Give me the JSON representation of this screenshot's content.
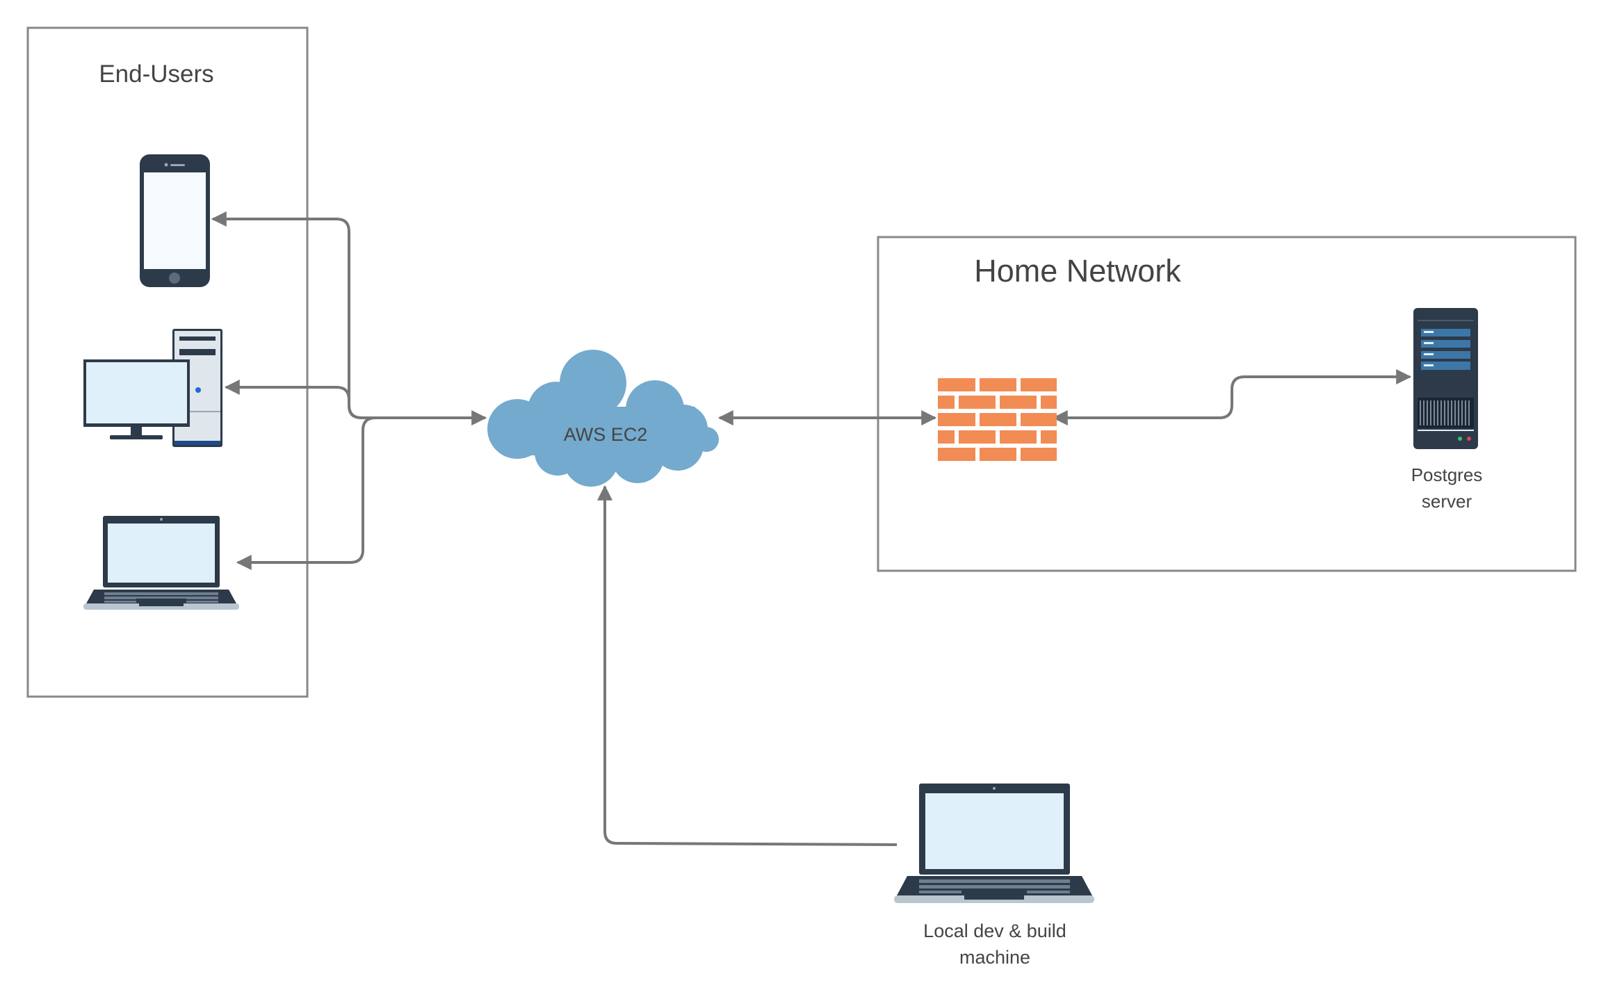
{
  "groups": {
    "end_users": {
      "title": "End-Users"
    },
    "home_network": {
      "title": "Home Network"
    }
  },
  "nodes": {
    "cloud": {
      "label": "AWS EC2",
      "icon": "cloud-icon"
    },
    "firewall": {
      "icon": "brick-firewall-icon"
    },
    "postgres": {
      "label_line1": "Postgres",
      "label_line2": "server",
      "icon": "server-rack-icon"
    },
    "dev_machine": {
      "label_line1": "Local dev & build",
      "label_line2": "machine",
      "icon": "laptop-icon"
    },
    "phone": {
      "icon": "smartphone-icon"
    },
    "desktop": {
      "icon": "desktop-computer-icon"
    },
    "laptop": {
      "icon": "laptop-icon"
    }
  },
  "colors": {
    "frame": "#888888",
    "connector": "#777777",
    "cloud": "#74aacd",
    "brick": "#f28c55",
    "device_dark": "#2d3a4a",
    "screen": "#dff0fa",
    "text": "#444444"
  }
}
